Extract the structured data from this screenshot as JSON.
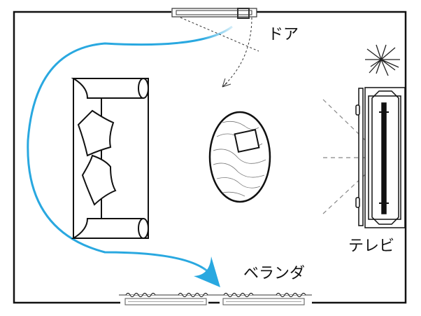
{
  "labels": {
    "door": "ドア",
    "tv": "テレビ",
    "veranda": "ベランダ"
  },
  "colors": {
    "path": "#29a8e0",
    "wall": "#111111",
    "sightline": "#888888"
  }
}
